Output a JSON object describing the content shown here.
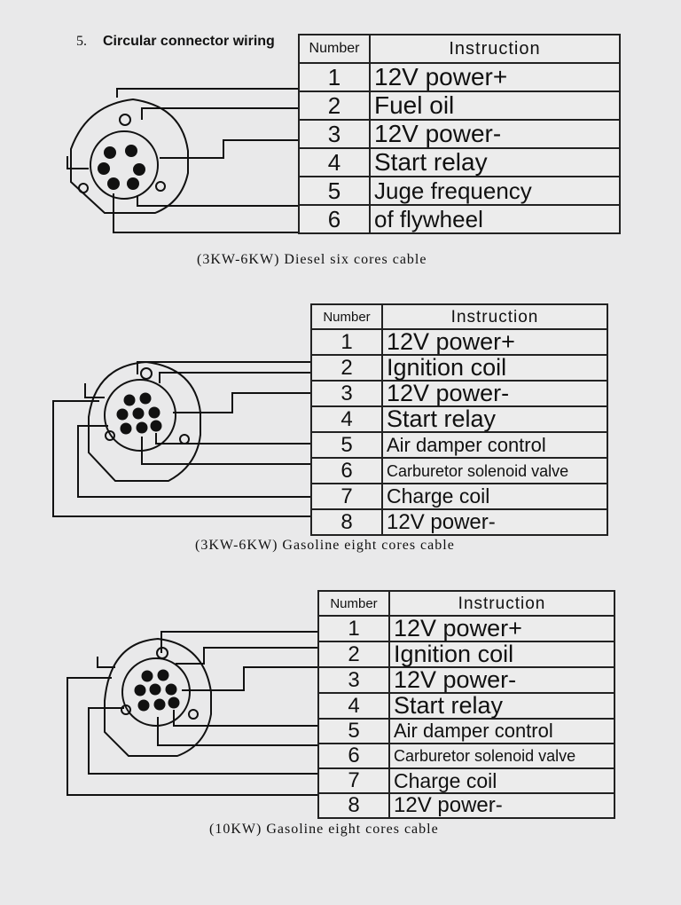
{
  "section": {
    "number": "5.",
    "title": "Circular connector wiring"
  },
  "tables": [
    {
      "caption": "(3KW-6KW)  Diesel six cores cable",
      "header": {
        "number": "Number",
        "instruction": "Instruction"
      },
      "rows": [
        {
          "n": "1",
          "text": "12V power+"
        },
        {
          "n": "2",
          "text": "Fuel oil"
        },
        {
          "n": "3",
          "text": "12V power-"
        },
        {
          "n": "4",
          "text": "Start relay"
        },
        {
          "n": "5",
          "text": "Juge frequency"
        },
        {
          "n": "6",
          "text": "of flywheel"
        }
      ]
    },
    {
      "caption": "(3KW-6KW)  Gasoline eight cores cable",
      "header": {
        "number": "Number",
        "instruction": "Instruction"
      },
      "rows": [
        {
          "n": "1",
          "text": "12V power+"
        },
        {
          "n": "2",
          "text": "Ignition coil"
        },
        {
          "n": "3",
          "text": "12V power-"
        },
        {
          "n": "4",
          "text": "Start relay"
        },
        {
          "n": "5",
          "text": "Air damper control"
        },
        {
          "n": "6",
          "text": "Carburetor solenoid valve"
        },
        {
          "n": "7",
          "text": "Charge coil"
        },
        {
          "n": "8",
          "text": "12V power-"
        }
      ]
    },
    {
      "caption": "(10KW)  Gasoline eight cores cable",
      "header": {
        "number": "Number",
        "instruction": "Instruction"
      },
      "rows": [
        {
          "n": "1",
          "text": "12V power+"
        },
        {
          "n": "2",
          "text": "Ignition coil"
        },
        {
          "n": "3",
          "text": "12V power-"
        },
        {
          "n": "4",
          "text": "Start relay"
        },
        {
          "n": "5",
          "text": "Air damper control"
        },
        {
          "n": "6",
          "text": "Carburetor solenoid valve"
        },
        {
          "n": "7",
          "text": "Charge coil"
        },
        {
          "n": "8",
          "text": "12V power-"
        }
      ]
    }
  ]
}
